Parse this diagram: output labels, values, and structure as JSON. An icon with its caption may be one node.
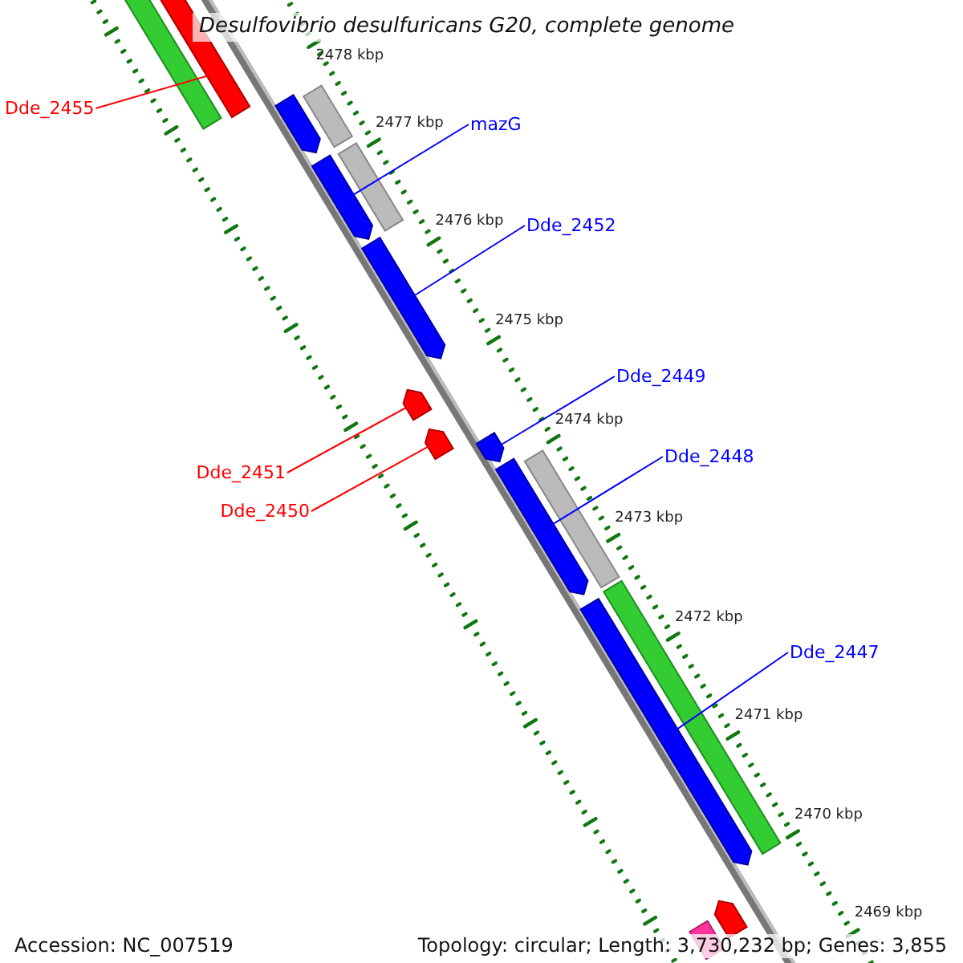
{
  "diagram": {
    "title": "Desulfovibrio desulfuricans G20, complete genome",
    "nodes": [
      {
        "text": [
          "Dde_2455"
        ]
      },
      {
        "text": [
          "mazG"
        ]
      },
      {
        "text": [
          "Dde_2452"
        ]
      },
      {
        "text": [
          "Dde_2449"
        ]
      },
      {
        "text": [
          "Dde_2448"
        ]
      },
      {
        "text": [
          "Dde_2451"
        ]
      },
      {
        "text": [
          "Dde_2450"
        ]
      },
      {
        "text": [
          "Dde_2447"
        ]
      },
      {
        "text": [],
        "shape": "bar"
      },
      {
        "text": [],
        "shape": "bar"
      },
      {
        "text": [],
        "shape": "bar"
      },
      {
        "text": [],
        "shape": "bar"
      },
      {
        "text": [],
        "shape": "bar"
      },
      {
        "text": [],
        "shape": "bar"
      },
      {
        "text": [],
        "shape": "bar"
      },
      {
        "text": [],
        "shape": "bar"
      },
      {
        "text": [],
        "shape": "bar"
      },
      {
        "text": [],
        "shape": "bar"
      },
      {
        "text": [],
        "shape": "bar"
      },
      {
        "text": [],
        "shape": "bar"
      },
      {
        "text": [],
        "shape": "bar"
      },
      {
        "text": [],
        "shape": "bar"
      },
      {
        "text": [],
        "shape": "bar"
      },
      {
        "text": [],
        "shape": "bar"
      }
    ],
    "edges": [
      {
        "from": 0,
        "to": 9,
        "arrow": "none",
        "color": "#ff0000"
      },
      {
        "from": 1,
        "to": 13,
        "arrow": "none"
      },
      {
        "from": 2,
        "to": 14,
        "arrow": "none"
      },
      {
        "from": 3,
        "to": 17,
        "arrow": "none"
      },
      {
        "from": 4,
        "to": 18,
        "arrow": "none"
      },
      {
        "from": 5,
        "to": 15,
        "arrow": "none",
        "color": "#ff0000"
      },
      {
        "from": 6,
        "to": 16,
        "arrow": "none",
        "color": "#ff0000"
      },
      {
        "from": 7,
        "to": 21,
        "arrow": "none"
      }
    ],
    "labels": [
      "2478 kbp",
      "2477 kbp",
      "2476 kbp",
      "2475 kbp",
      "2474 kbp",
      "2473 kbp",
      "2472 kbp",
      "2471 kbp",
      "2470 kbp",
      "2469 kbp",
      "Accession: NC_007519",
      "Topology: circular; Length: 3,730,232 bp; Genes: 3,855"
    ]
  }
}
